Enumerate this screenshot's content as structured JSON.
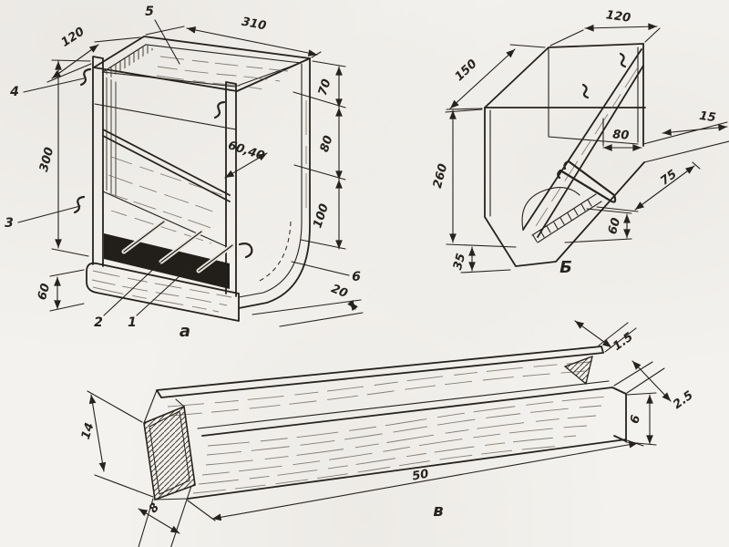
{
  "colors": {
    "paper": "#f4f2ee",
    "ink": "#26221d"
  },
  "drawing_a": {
    "label": "а",
    "parts": {
      "p1": "1",
      "p2": "2",
      "p3": "3",
      "p4": "4",
      "p5": "5",
      "p6": "6"
    },
    "dims": {
      "d120": "120",
      "d310": "310",
      "d300": "300",
      "d70": "70",
      "d80": "80",
      "d100": "100",
      "d60_40": "60,40",
      "d60": "60",
      "d20": "20"
    }
  },
  "drawing_b": {
    "label": "Б",
    "dims": {
      "d150": "150",
      "d120": "120",
      "d260": "260",
      "d35": "35",
      "d80": "80",
      "d15": "15",
      "d75": "75",
      "d60": "60"
    }
  },
  "drawing_v": {
    "label": "в",
    "dims": {
      "d14": "14",
      "d8": "8",
      "d50": "50",
      "d1_5": "1.5",
      "d2_5": "2.5",
      "d6": "6"
    }
  }
}
